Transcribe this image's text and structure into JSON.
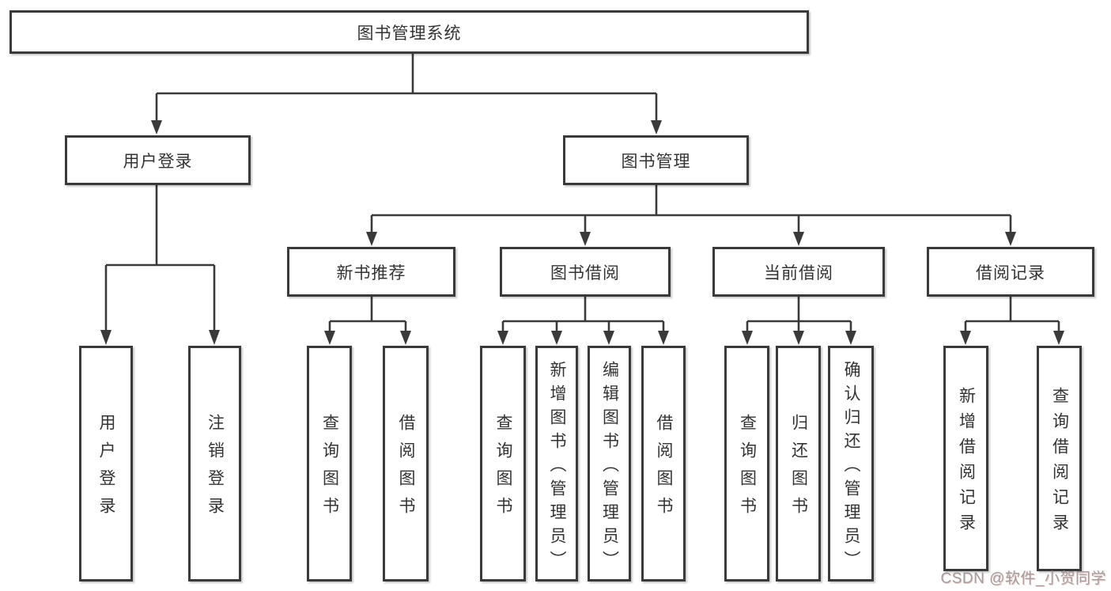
{
  "diagram": {
    "root": {
      "label": "图书管理系统"
    },
    "level2": [
      {
        "label": "用户登录"
      },
      {
        "label": "图书管理"
      }
    ],
    "level3": [
      {
        "label": "新书推荐"
      },
      {
        "label": "图书借阅"
      },
      {
        "label": "当前借阅"
      },
      {
        "label": "借阅记录"
      }
    ],
    "leaves": {
      "user_login": [
        {
          "label": "用户登录"
        },
        {
          "label": "注销登录"
        }
      ],
      "new_books": [
        {
          "label": "查询图书"
        },
        {
          "label": "借阅图书"
        }
      ],
      "borrowing": [
        {
          "label": "查询图书"
        },
        {
          "label": "新增图书（管理员）"
        },
        {
          "label": "编辑图书（管理员）"
        },
        {
          "label": "借阅图书"
        }
      ],
      "current_borrow": [
        {
          "label": "查询图书"
        },
        {
          "label": "归还图书"
        },
        {
          "label": "确认归还（管理员）"
        }
      ],
      "borrow_records": [
        {
          "label": "新增借阅记录"
        },
        {
          "label": "查询借阅记录"
        }
      ]
    }
  },
  "watermark": {
    "text": "CSDN @软件_小贺同学"
  },
  "colors": {
    "line": "#3a3a3a",
    "box_border": "#3a3a3a",
    "box_fill": "#ffffff",
    "background": "#ffffff",
    "text": "#333333",
    "watermark_text": "#9e9e9e"
  }
}
